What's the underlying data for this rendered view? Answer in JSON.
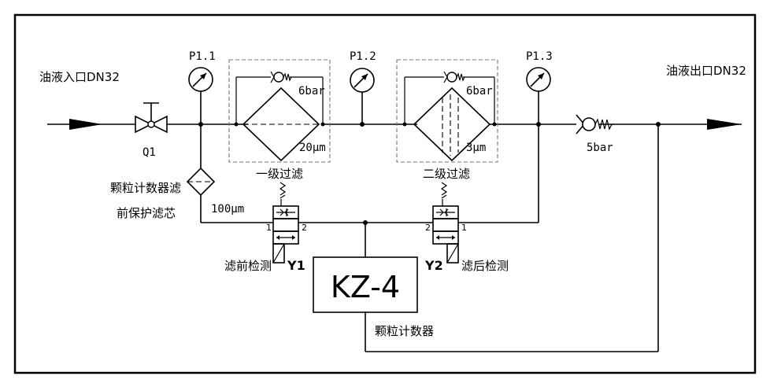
{
  "labels": {
    "inlet": "油液入口DN32",
    "outlet": "油液出口DN32",
    "valve_q1": "Q1",
    "gauge_p11": "P1.1",
    "gauge_p12": "P1.2",
    "gauge_p13": "P1.3",
    "filter1_name": "一级过滤",
    "filter1_check_rating": "6bar",
    "filter1_micron": "20μm",
    "filter2_name": "二级过滤",
    "filter2_check_rating": "6bar",
    "filter2_micron": "3μm",
    "outlet_check_rating": "5bar",
    "prefilter_line1": "颗粒计数器滤",
    "prefilter_line2": "前保护滤芯",
    "prefilter_micron": "100μm",
    "y1_port1": "1",
    "y1_port2": "2",
    "y2_port2": "2",
    "y2_port1": "1",
    "y1_name": "Y1",
    "y1_desc": "滤前检测",
    "y2_name": "Y2",
    "y2_desc": "滤后检测",
    "counter_model": "KZ-4",
    "counter_name": "颗粒计数器"
  }
}
